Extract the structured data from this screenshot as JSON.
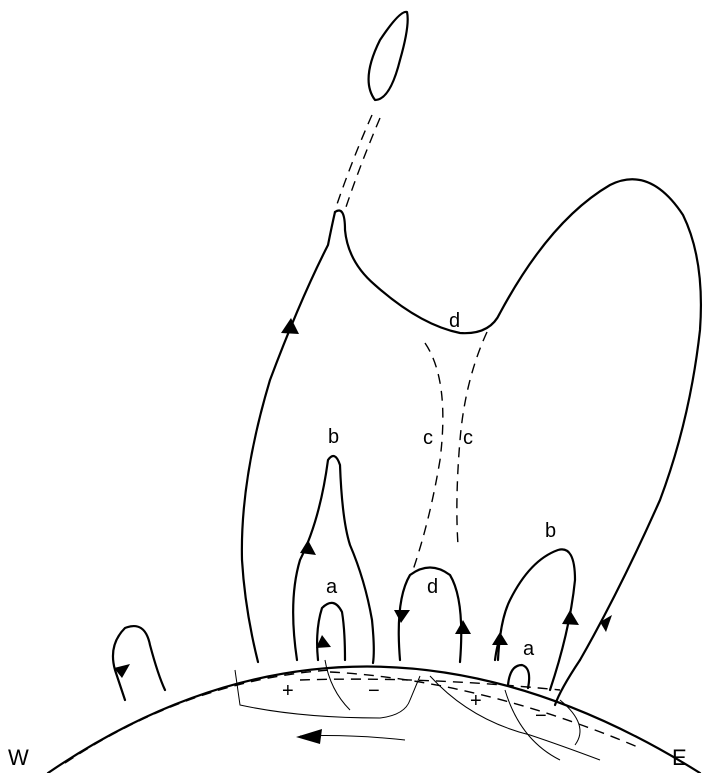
{
  "labels": {
    "west": "W",
    "east": "E",
    "loop_a_left": "a",
    "loop_a_right": "a",
    "loop_b_left": "b",
    "loop_b_right": "b",
    "loop_c_left": "c",
    "loop_c_right": "c",
    "loop_d_top": "d",
    "loop_d_low": "d",
    "polarity_plus_left": "+",
    "polarity_minus_left": "−",
    "polarity_plus_right": "+",
    "polarity_minus_right": "−"
  }
}
